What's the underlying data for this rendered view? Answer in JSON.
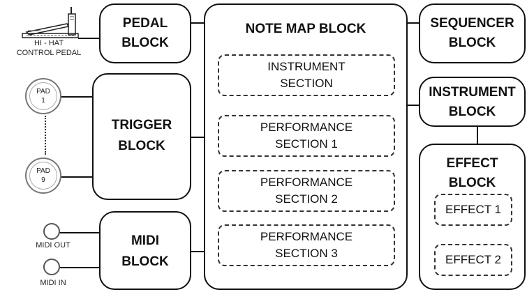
{
  "pedal": {
    "title_line1": "PEDAL",
    "title_line2": "BLOCK",
    "device_line1": "HI - HAT",
    "device_line2": "CONTROL  PEDAL"
  },
  "trigger": {
    "title_line1": "TRIGGER",
    "title_line2": "BLOCK",
    "pad1_line1": "PAD",
    "pad1_line2": "1",
    "pad9_line1": "PAD",
    "pad9_line2": "9"
  },
  "midi": {
    "title_line1": "MIDI",
    "title_line2": "BLOCK",
    "out_label": "MIDI  OUT",
    "in_label": "MIDI  IN"
  },
  "note_map": {
    "title": "NOTE MAP BLOCK",
    "instrument_line1": "INSTRUMENT",
    "instrument_line2": "SECTION",
    "perf1_line1": "PERFORMANCE",
    "perf1_line2": "SECTION  1",
    "perf2_line1": "PERFORMANCE",
    "perf2_line2": "SECTION  2",
    "perf3_line1": "PERFORMANCE",
    "perf3_line2": "SECTION  3"
  },
  "sequencer": {
    "title_line1": "SEQUENCER",
    "title_line2": "BLOCK"
  },
  "instrument": {
    "title_line1": "INSTRUMENT",
    "title_line2": "BLOCK"
  },
  "effect": {
    "title_line1": "EFFECT",
    "title_line2": "BLOCK",
    "effect1": "EFFECT  1",
    "effect2": "EFFECT  2"
  }
}
